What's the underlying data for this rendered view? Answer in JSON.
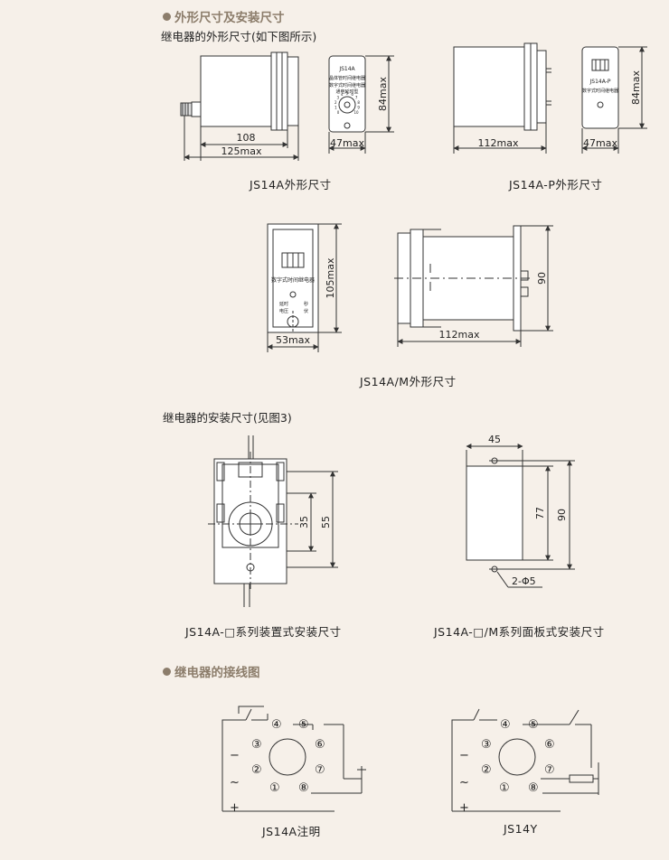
{
  "section1": {
    "title": "外形尺寸及安装尺寸"
  },
  "intro_dims": "继电器的外形尺寸(如下图所示)",
  "fig1": {
    "caption": "JS14A外形尺寸",
    "dim_body": "108",
    "dim_total": "125max",
    "dim_width": "47max",
    "dim_height": "84max",
    "face_model": "JS14A",
    "face_name": "晶体管时间继电器",
    "face_lines": [
      "数字式时间继电器",
      "通电延时型"
    ],
    "dial_marks": [
      "0",
      "1",
      "2",
      "3",
      "4",
      "5",
      "6",
      "7",
      "8",
      "9",
      "10"
    ]
  },
  "fig2": {
    "caption": "JS14A-P外形尺寸",
    "dim_body": "112max",
    "dim_width": "47max",
    "dim_height": "84max",
    "face_model": "JS14A-P",
    "face_name": "数字式时间继电器"
  },
  "fig3": {
    "caption": "JS14A/M外形尺寸",
    "dim_width": "53max",
    "dim_height": "105max",
    "dim_body": "112max",
    "dim_panel": "90",
    "face_name": "数字式时间继电器",
    "face_left": [
      "延时",
      "电压"
    ],
    "face_right": [
      "秒",
      "伏"
    ]
  },
  "intro_mount": "继电器的安装尺寸(见图3)",
  "fig4": {
    "caption": "JS14A-□系列装置式安装尺寸",
    "dim_a": "35",
    "dim_b": "55"
  },
  "fig5": {
    "caption": "JS14A-□/M系列面板式安装尺寸",
    "dim_w": "45",
    "dim_h1": "77",
    "dim_h2": "90",
    "dim_hole": "2-Φ5"
  },
  "section2": {
    "title": "继电器的接线图"
  },
  "wiring": [
    {
      "caption": "JS14A注明",
      "pins": [
        "①",
        "②",
        "③",
        "④",
        "⑤",
        "⑥",
        "⑦",
        "⑧"
      ],
      "signs": [
        "−",
        "~",
        "+"
      ]
    },
    {
      "caption": "JS14Y",
      "pins": [
        "①",
        "②",
        "③",
        "④",
        "⑤",
        "⑥",
        "⑦",
        "⑧"
      ],
      "signs": [
        "−",
        "~",
        "+"
      ]
    }
  ]
}
